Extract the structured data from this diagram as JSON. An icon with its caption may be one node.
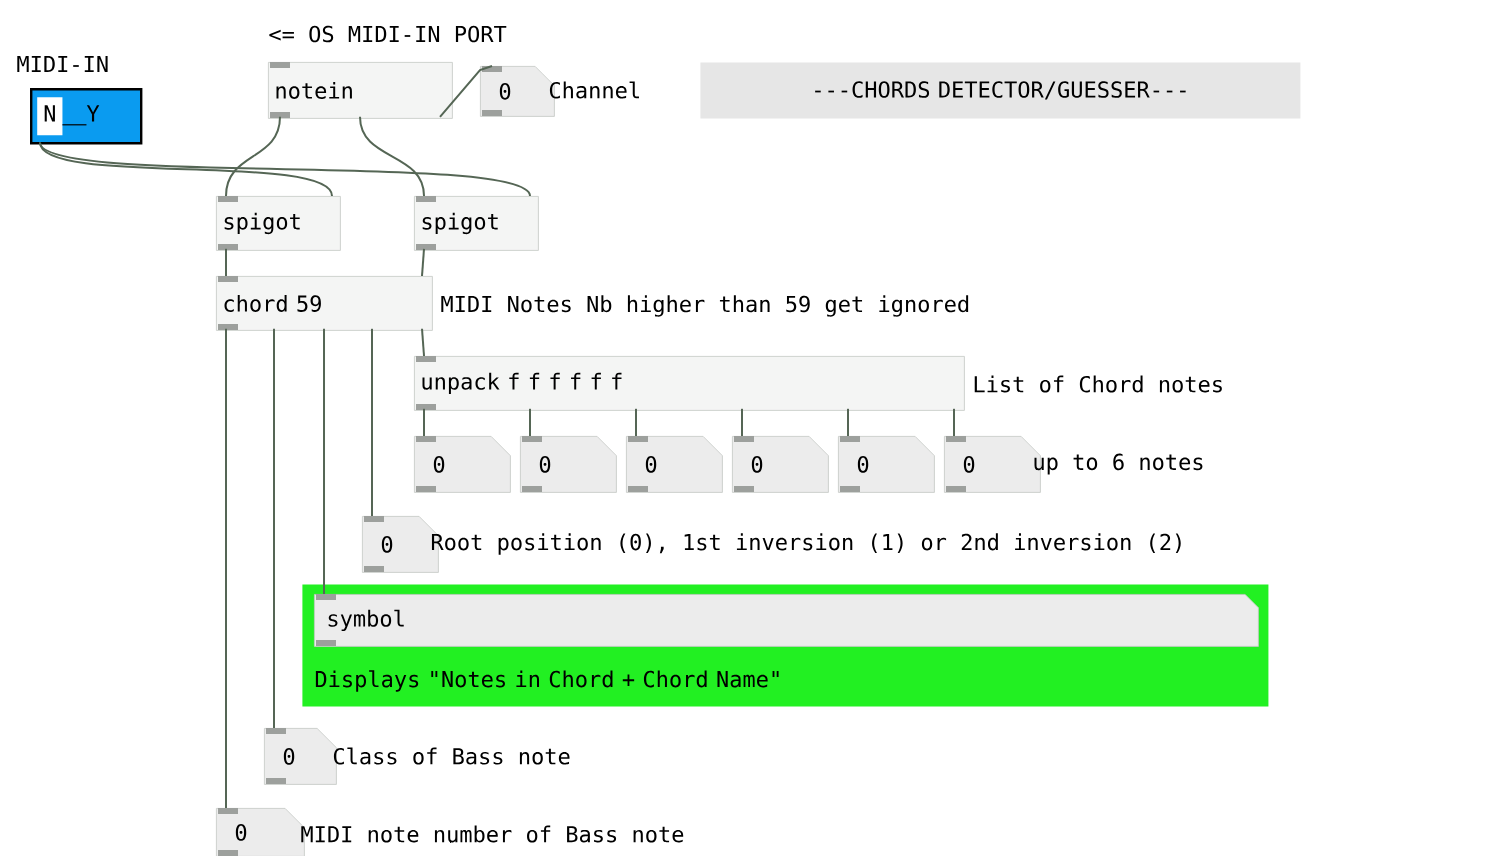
{
  "diagram": {
    "nodes": [
      {
        "text": [
          "N",
          "Y"
        ],
        "beside": [
          "MIDI-IN"
        ]
      },
      {
        "text": [
          "notein"
        ],
        "beside": [
          "<= OS MIDI-IN PORT"
        ]
      },
      {
        "text": [
          "0"
        ],
        "beside": [
          "Channel"
        ]
      },
      {
        "text": [
          "---CHORDS DETECTOR/GUESSER---"
        ]
      },
      {
        "text": [
          "spigot"
        ]
      },
      {
        "text": [
          "spigot"
        ]
      },
      {
        "text": [
          "chord 59"
        ],
        "beside": [
          "MIDI Notes Nb higher than 59 get ignored"
        ]
      },
      {
        "text": [
          "unpack f f f f f f"
        ],
        "beside": [
          "List of Chord notes"
        ]
      },
      {
        "text": [
          "0"
        ]
      },
      {
        "text": [
          "0"
        ]
      },
      {
        "text": [
          "0"
        ]
      },
      {
        "text": [
          "0"
        ]
      },
      {
        "text": [
          "0"
        ]
      },
      {
        "text": [
          "0"
        ],
        "beside": [
          "up to 6 notes"
        ]
      },
      {
        "text": [
          "0"
        ],
        "beside": [
          "Root position (0), 1st inversion (1) or 2nd inversion (2)"
        ]
      },
      {
        "text": [
          "Displays \"Notes in Chord + Chord Name\""
        ]
      },
      {
        "text": [
          "symbol"
        ],
        "in": 15
      },
      {
        "text": [
          "0"
        ],
        "beside": [
          "Class of Bass note"
        ]
      },
      {
        "text": [
          "0"
        ],
        "beside": [
          "MIDI note number of Bass note"
        ]
      }
    ],
    "edges": [
      {
        "from": 1,
        "to": 4,
        "arrow": "none"
      },
      {
        "from": 1,
        "to": 5,
        "arrow": "none"
      },
      {
        "from": 1,
        "to": 2,
        "arrow": "none"
      },
      {
        "from": 0,
        "to": 4,
        "arrow": "none"
      },
      {
        "from": 0,
        "to": 5,
        "arrow": "none"
      },
      {
        "from": 4,
        "to": 6,
        "arrow": "none"
      },
      {
        "from": 5,
        "to": 6,
        "arrow": "none"
      },
      {
        "from": 6,
        "to": 18,
        "arrow": "none"
      },
      {
        "from": 6,
        "to": 17,
        "arrow": "none"
      },
      {
        "from": 6,
        "to": 16,
        "arrow": "none"
      },
      {
        "from": 6,
        "to": 14,
        "arrow": "none"
      },
      {
        "from": 6,
        "to": 7,
        "arrow": "none"
      },
      {
        "from": 7,
        "to": 8,
        "arrow": "none"
      },
      {
        "from": 7,
        "to": 9,
        "arrow": "none"
      },
      {
        "from": 7,
        "to": 10,
        "arrow": "none"
      },
      {
        "from": 7,
        "to": 11,
        "arrow": "none"
      },
      {
        "from": 7,
        "to": 12,
        "arrow": "none"
      },
      {
        "from": 7,
        "to": 13,
        "arrow": "none"
      }
    ]
  }
}
